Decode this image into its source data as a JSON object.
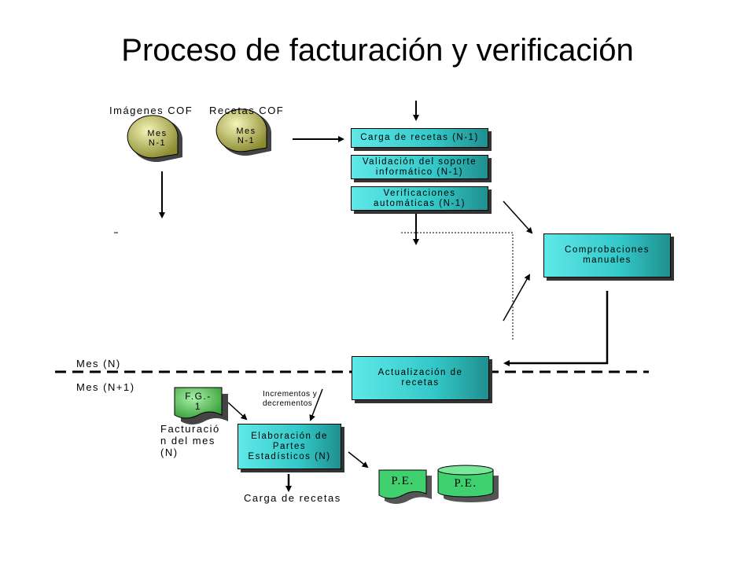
{
  "title": "Proceso de facturación y verificación",
  "labels": {
    "imagenes_cof": "Imágenes COF",
    "recetas_cof": "Recetas COF",
    "mes_n": "Mes (N)",
    "mes_n1": "Mes (N+1)",
    "incrementos": "Incrementos y\ndecrementos",
    "facturacion": "Facturació\nn del mes\n(N)",
    "carga_recetas_bottom": "Carga de recetas"
  },
  "shapes": {
    "mes1": "Mes\nN-1",
    "mes2": "Mes\nN-1",
    "fg": "F.G.-\n1",
    "pe1": "P.E.",
    "pe2": "P.E."
  },
  "boxes": {
    "carga": "Carga de recetas (N-1)",
    "validacion": "Validación del soporte\ninformático (N-1)",
    "verificaciones": "Verificaciones\nautomáticas (N-1)",
    "comprobaciones": "Comprobaciones\nmanuales",
    "actualizacion": "Actualización de\nrecetas",
    "elaboracion": "Elaboración de\nPartes\nEstadísticos (N)"
  },
  "colors": {
    "box": "#40d0d0",
    "circle": "#c8c870",
    "fg": "#70d070"
  }
}
